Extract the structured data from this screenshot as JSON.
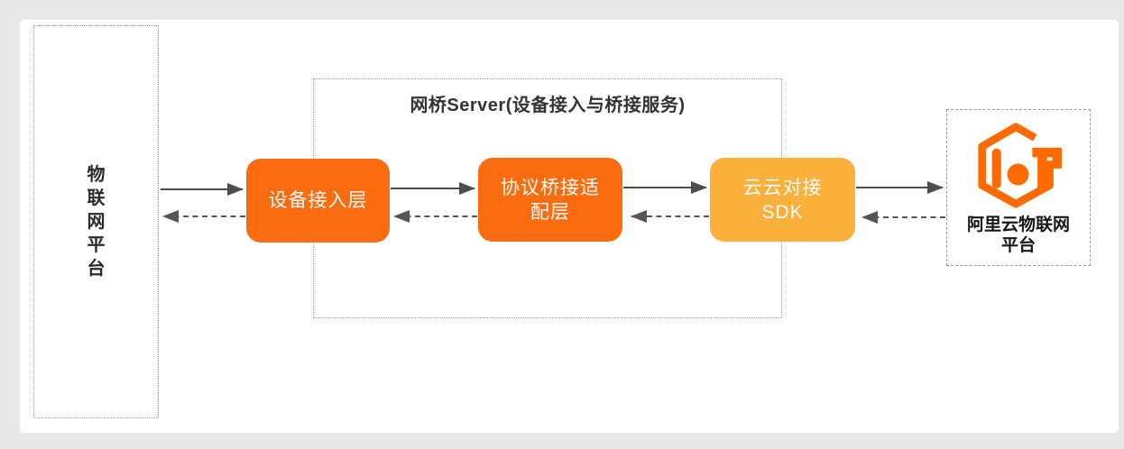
{
  "diagram": {
    "type": "architecture-flow",
    "colors": {
      "canvas_bg": "#ffffff",
      "page_bg": "#e7e8ea",
      "node_orange": "#fa6c0f",
      "node_amber": "#fbb03c",
      "brand_orange": "#ff6a00",
      "arrow_gray": "#4d4d4d",
      "dashed_border_gray": "#9a9a9a"
    },
    "left_platform": {
      "label": "物\n联\n网\n平\n台"
    },
    "bridge_server": {
      "title": "网桥Server(设备接入与桥接服务)",
      "boxes": [
        {
          "id": "device-access-layer",
          "label": "设备接入层"
        },
        {
          "id": "protocol-bridge-adapter-layer",
          "label": "协议桥接适\n配层"
        },
        {
          "id": "cloud-to-cloud-sdk",
          "label": "云云对接\nSDK"
        }
      ]
    },
    "aliyun_platform": {
      "icon": "aliyun-iot-hexagon-icon",
      "label": "阿里云物联网\n平台"
    },
    "arrows": {
      "solid_direction": "left-to-right",
      "dashed_direction": "right-to-left",
      "count_solid": 4,
      "count_dashed": 4
    }
  }
}
